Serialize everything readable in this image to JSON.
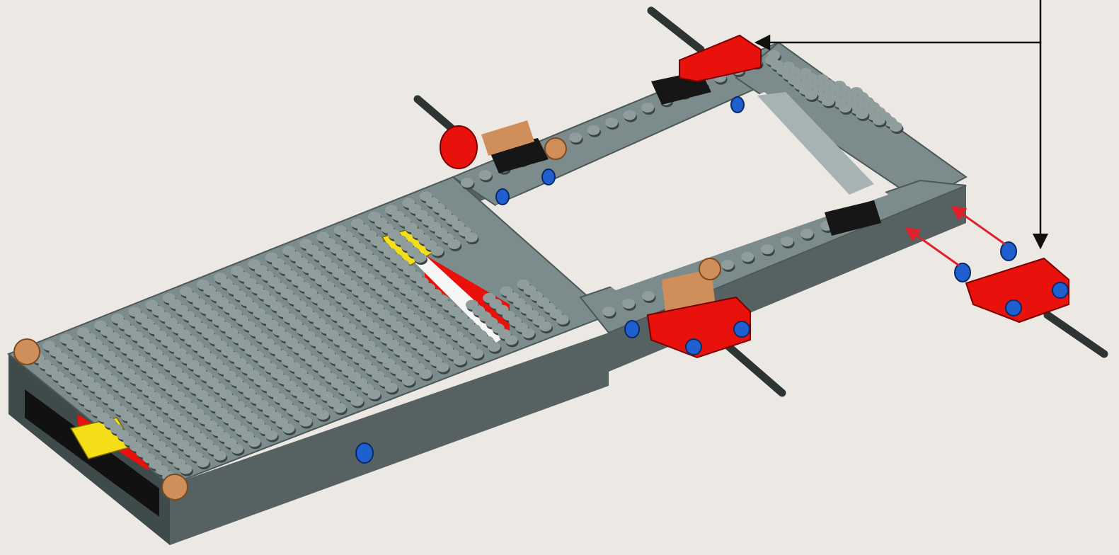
{
  "colors": {
    "background": "#ece8e4",
    "plate_top": "#7c8b8b",
    "plate_side": "#4d5858",
    "stud": "#8f9d9d",
    "stud_shadow": "#3c4545",
    "accent_red": "#e8110b",
    "accent_yellow": "#f4de17",
    "accent_blue": "#1f5fd0",
    "accent_tan": "#d08f5a",
    "axle_black": "#2e3434",
    "callout_line": "#111111",
    "motion_arrow": "#e0202a"
  },
  "parts": [
    {
      "name": "red-beam-part",
      "color": "accent_red"
    },
    {
      "name": "blue-pin-part",
      "color": "accent_blue"
    },
    {
      "name": "axle-part",
      "color": "axle_black"
    }
  ],
  "callout": {
    "icon": "arrow-icon",
    "target_count": 2
  },
  "motion": {
    "icon": "red-insertion-arrow-icon",
    "arrow_count": 2
  }
}
